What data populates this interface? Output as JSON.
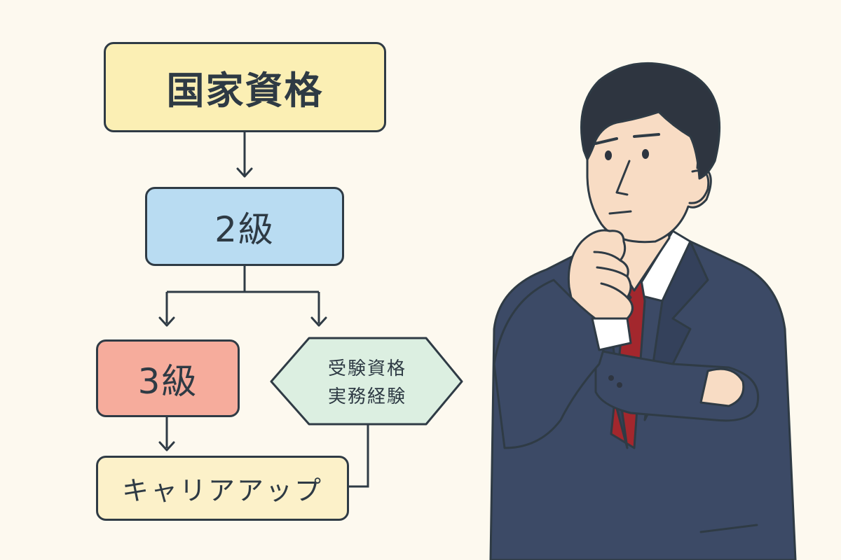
{
  "diagram": {
    "nodes": {
      "top": {
        "label": "国家資格"
      },
      "grade2": {
        "label": "2級"
      },
      "grade3": {
        "label": "3級"
      },
      "decision": {
        "line1": "受験資格",
        "line2": "実務経験"
      },
      "career": {
        "label": "キャリアアップ"
      }
    }
  },
  "colors": {
    "background": "#fdf9ef",
    "top_node": "#fbefb4",
    "grade2_node": "#b9dcf2",
    "grade3_node": "#f6ac9c",
    "decision_node": "#dcefe1",
    "career_node": "#fcf1c9",
    "outline": "#2f3b45",
    "suit": "#3c4a66",
    "tie": "#a3272d",
    "hair": "#2e3540",
    "skin": "#f8dcc4"
  }
}
